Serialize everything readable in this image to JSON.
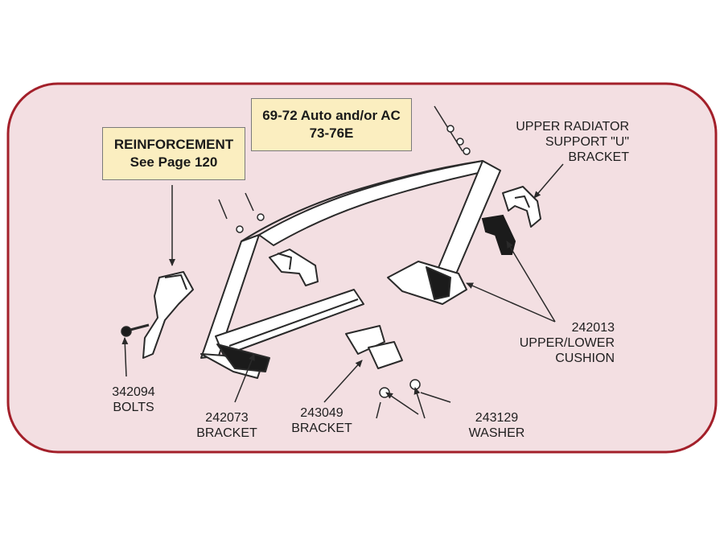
{
  "colors": {
    "frame_border": "#a3202a",
    "frame_fill": "#f3dfe2",
    "callout_fill": "#fbeec0",
    "line": "#2a2a2a",
    "part_fill": "#ffffff",
    "part_dark": "#1b1b1b"
  },
  "callouts": {
    "reinforcement": {
      "line1": "REINFORCEMENT",
      "line2": "See Page 120"
    },
    "auto_ac": {
      "line1": "69-72 Auto and/or AC",
      "line2": "73-76E"
    }
  },
  "labels": {
    "upper_radiator": {
      "line1": "UPPER RADIATOR",
      "line2": "SUPPORT \"U\"",
      "line3": "BRACKET"
    },
    "cushion": {
      "line1": "242013",
      "line2": "UPPER/LOWER",
      "line3": "CUSHION"
    },
    "bolts": {
      "line1": "342094",
      "line2": "BOLTS"
    },
    "bracket_242073": {
      "line1": "242073",
      "line2": "BRACKET"
    },
    "bracket_243049": {
      "line1": "243049",
      "line2": "BRACKET"
    },
    "washer": {
      "line1": "243129",
      "line2": "WASHER"
    }
  }
}
